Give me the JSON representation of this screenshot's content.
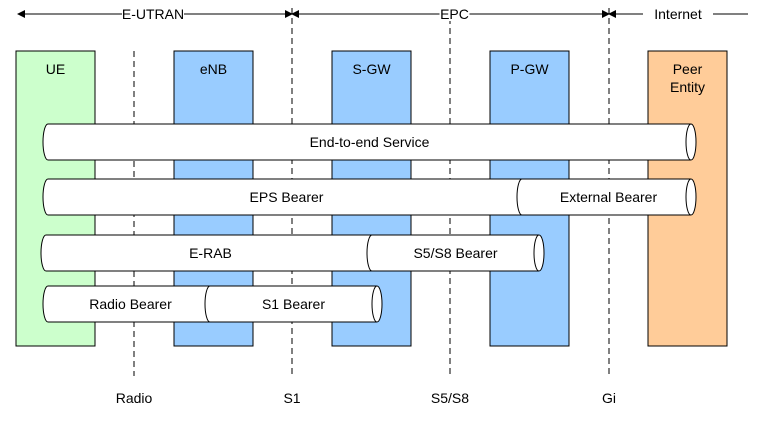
{
  "domains": [
    {
      "id": "eutran",
      "label": "E-UTRAN"
    },
    {
      "id": "epc",
      "label": "EPC"
    },
    {
      "id": "internet",
      "label": "Internet"
    }
  ],
  "nodes": [
    {
      "id": "ue",
      "label": [
        "UE"
      ],
      "fill": "#ccffcc"
    },
    {
      "id": "enb",
      "label": [
        "eNB"
      ],
      "fill": "#99ccff"
    },
    {
      "id": "sgw",
      "label": [
        "S-GW"
      ],
      "fill": "#99ccff"
    },
    {
      "id": "pgw",
      "label": [
        "P-GW"
      ],
      "fill": "#99ccff"
    },
    {
      "id": "peer",
      "label": [
        "Peer",
        "Entity"
      ],
      "fill": "#ffcc99"
    }
  ],
  "interfaces": [
    {
      "id": "radio",
      "label": "Radio"
    },
    {
      "id": "s1",
      "label": "S1"
    },
    {
      "id": "s5s8",
      "label": "S5/S8"
    },
    {
      "id": "gi",
      "label": "Gi"
    }
  ],
  "bearers": [
    {
      "id": "end-to-end-service",
      "label": "End-to-end Service"
    },
    {
      "id": "eps-bearer",
      "label": "EPS Bearer"
    },
    {
      "id": "external-bearer",
      "label": "External Bearer"
    },
    {
      "id": "e-rab",
      "label": "E-RAB"
    },
    {
      "id": "s5s8-bearer",
      "label": "S5/S8 Bearer"
    },
    {
      "id": "radio-bearer",
      "label": "Radio Bearer"
    },
    {
      "id": "s1-bearer",
      "label": "S1 Bearer"
    }
  ]
}
